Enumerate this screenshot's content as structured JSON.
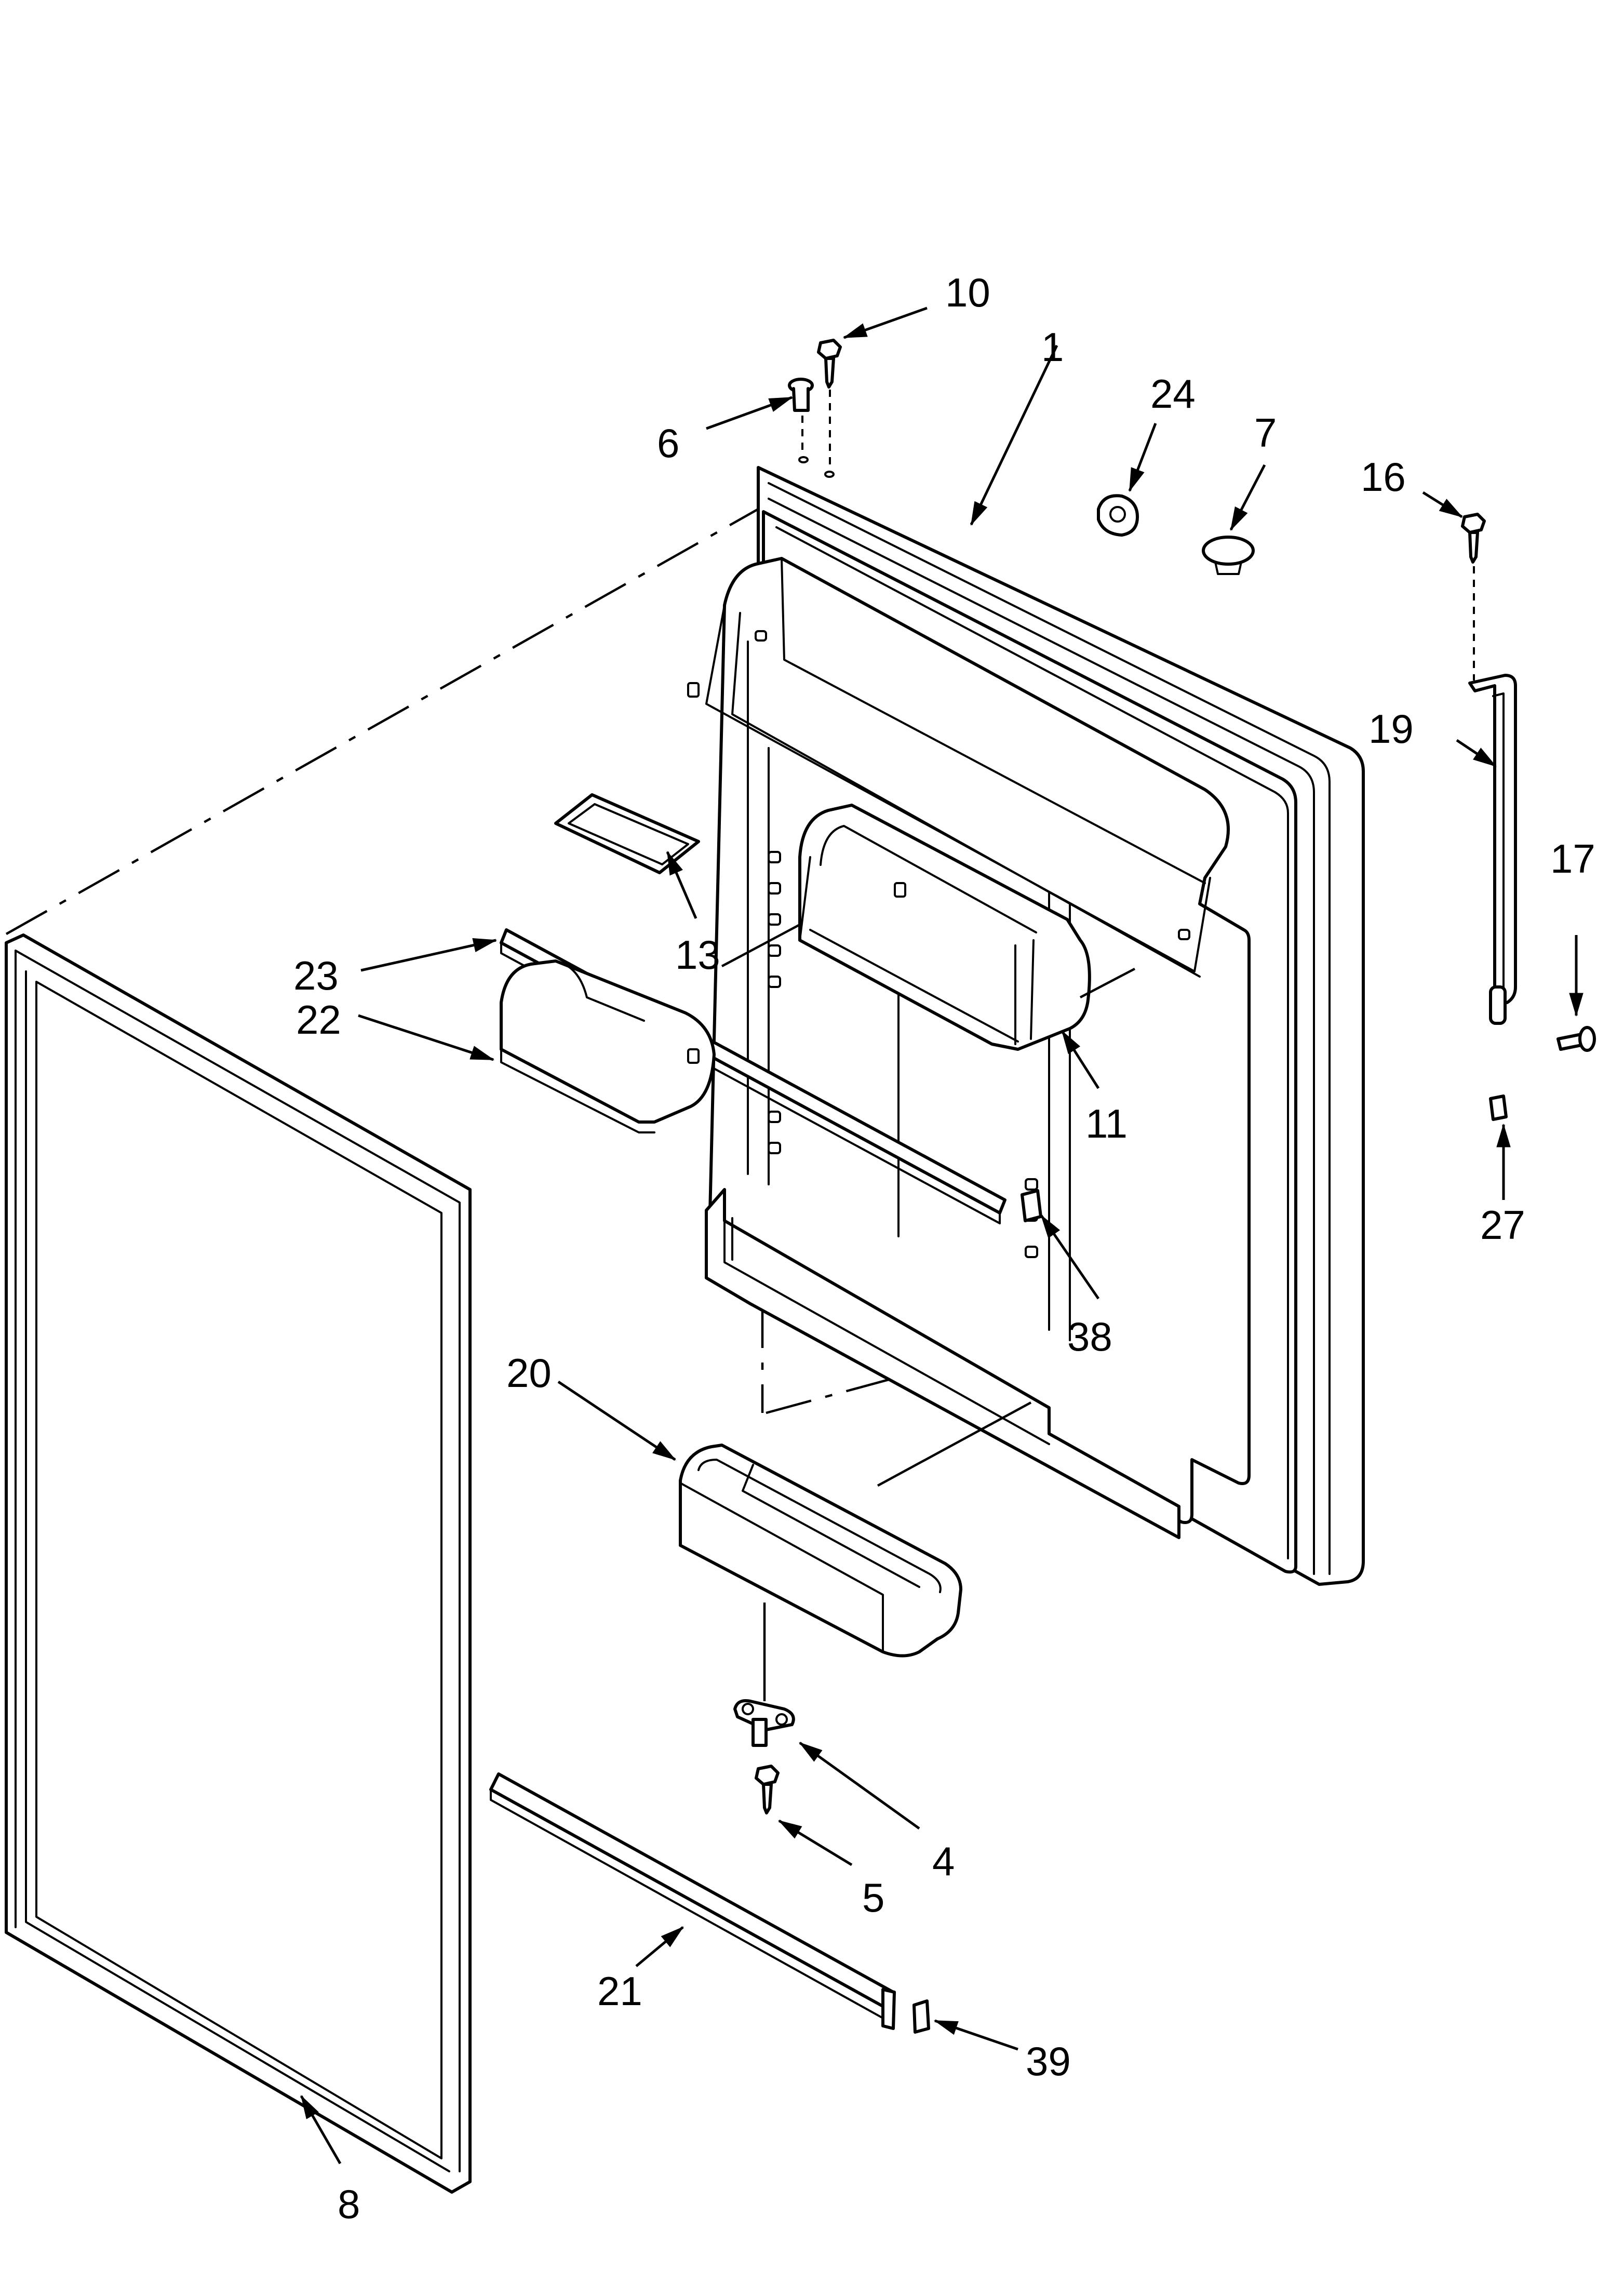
{
  "callouts": {
    "c1": "1",
    "c4": "4",
    "c5": "5",
    "c6": "6",
    "c7": "7",
    "c8": "8",
    "c10": "10",
    "c11": "11",
    "c13": "13",
    "c16": "16",
    "c17": "17",
    "c19": "19",
    "c20": "20",
    "c21": "21",
    "c22": "22",
    "c23": "23",
    "c24": "24",
    "c27": "27",
    "c38": "38",
    "c39": "39"
  }
}
